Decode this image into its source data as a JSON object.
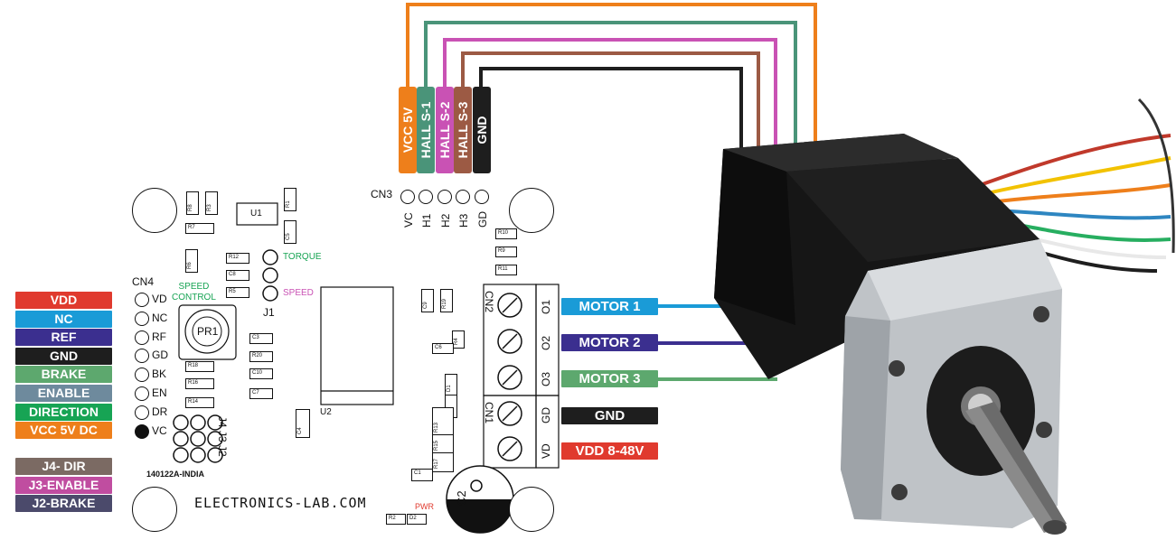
{
  "left_labels": [
    {
      "text": "VDD",
      "color": "#e03a2e"
    },
    {
      "text": "NC",
      "color": "#1a9bd7"
    },
    {
      "text": "REF",
      "color": "#3b2f8f"
    },
    {
      "text": "GND",
      "color": "#1e1e1e"
    },
    {
      "text": "BRAKE",
      "color": "#5da86e"
    },
    {
      "text": "ENABLE",
      "color": "#6e8a9d"
    },
    {
      "text": "DIRECTION",
      "color": "#17a454"
    },
    {
      "text": "VCC 5V DC",
      "color": "#ee7f1b"
    }
  ],
  "jumper_labels": [
    {
      "text": "J4- DIR",
      "color": "#7b6a63"
    },
    {
      "text": "J3-ENABLE",
      "color": "#c04da0"
    },
    {
      "text": "J2-BRAKE",
      "color": "#4b4a6b"
    }
  ],
  "cn4": {
    "title": "CN4",
    "pins": [
      "VD",
      "NC",
      "RF",
      "GD",
      "BK",
      "EN",
      "DR",
      "VC"
    ]
  },
  "cn3": {
    "title": "CN3",
    "pins": [
      "VC",
      "H1",
      "H2",
      "H3",
      "GD"
    ]
  },
  "wire_labels": [
    {
      "text": "VCC 5V",
      "color": "#ee7f1b"
    },
    {
      "text": "HALL S-1",
      "color": "#4a9479"
    },
    {
      "text": "HALL S-2",
      "color": "#c952b4"
    },
    {
      "text": "HALL S-3",
      "color": "#9c5a44"
    },
    {
      "text": "GND",
      "color": "#1e1e1e"
    }
  ],
  "right_labels": [
    {
      "text": "MOTOR 1",
      "color": "#1a9bd7"
    },
    {
      "text": "MOTOR 2",
      "color": "#3b2f8f"
    },
    {
      "text": "MOTOR 3",
      "color": "#5da86e"
    },
    {
      "text": "GND",
      "color": "#1e1e1e"
    },
    {
      "text": "VDD 8-48V",
      "color": "#e03a2e"
    }
  ],
  "terminals": {
    "cn2": {
      "title": "CN2",
      "pins": [
        "O1",
        "O2",
        "O3"
      ]
    },
    "cn1": {
      "title": "CN1",
      "pins": [
        "GD",
        "VD"
      ]
    }
  },
  "pcb": {
    "speed_control": "SPEED\nCONTROL",
    "torque": "TORQUE",
    "speed": "SPEED",
    "j1": "J1",
    "pot": "PR1",
    "u1": "U1",
    "u2": "U2",
    "c2": "C2",
    "pwr": "PWR",
    "board_code": "140122A-INDIA",
    "jumpers": "J4 J3 J2",
    "site": "ELECTRONICS-LAB.COM"
  },
  "components": [
    "R8",
    "R3",
    "R1",
    "R7",
    "C5",
    "R6",
    "R12",
    "C8",
    "R5",
    "C3",
    "R18",
    "R20",
    "C10",
    "R16",
    "C7",
    "R14",
    "C4",
    "C9",
    "R19",
    "R10",
    "R9",
    "R11",
    "R4",
    "C6",
    "D1",
    "D3",
    "R13",
    "R15",
    "R17",
    "C1",
    "R2",
    "D2"
  ]
}
